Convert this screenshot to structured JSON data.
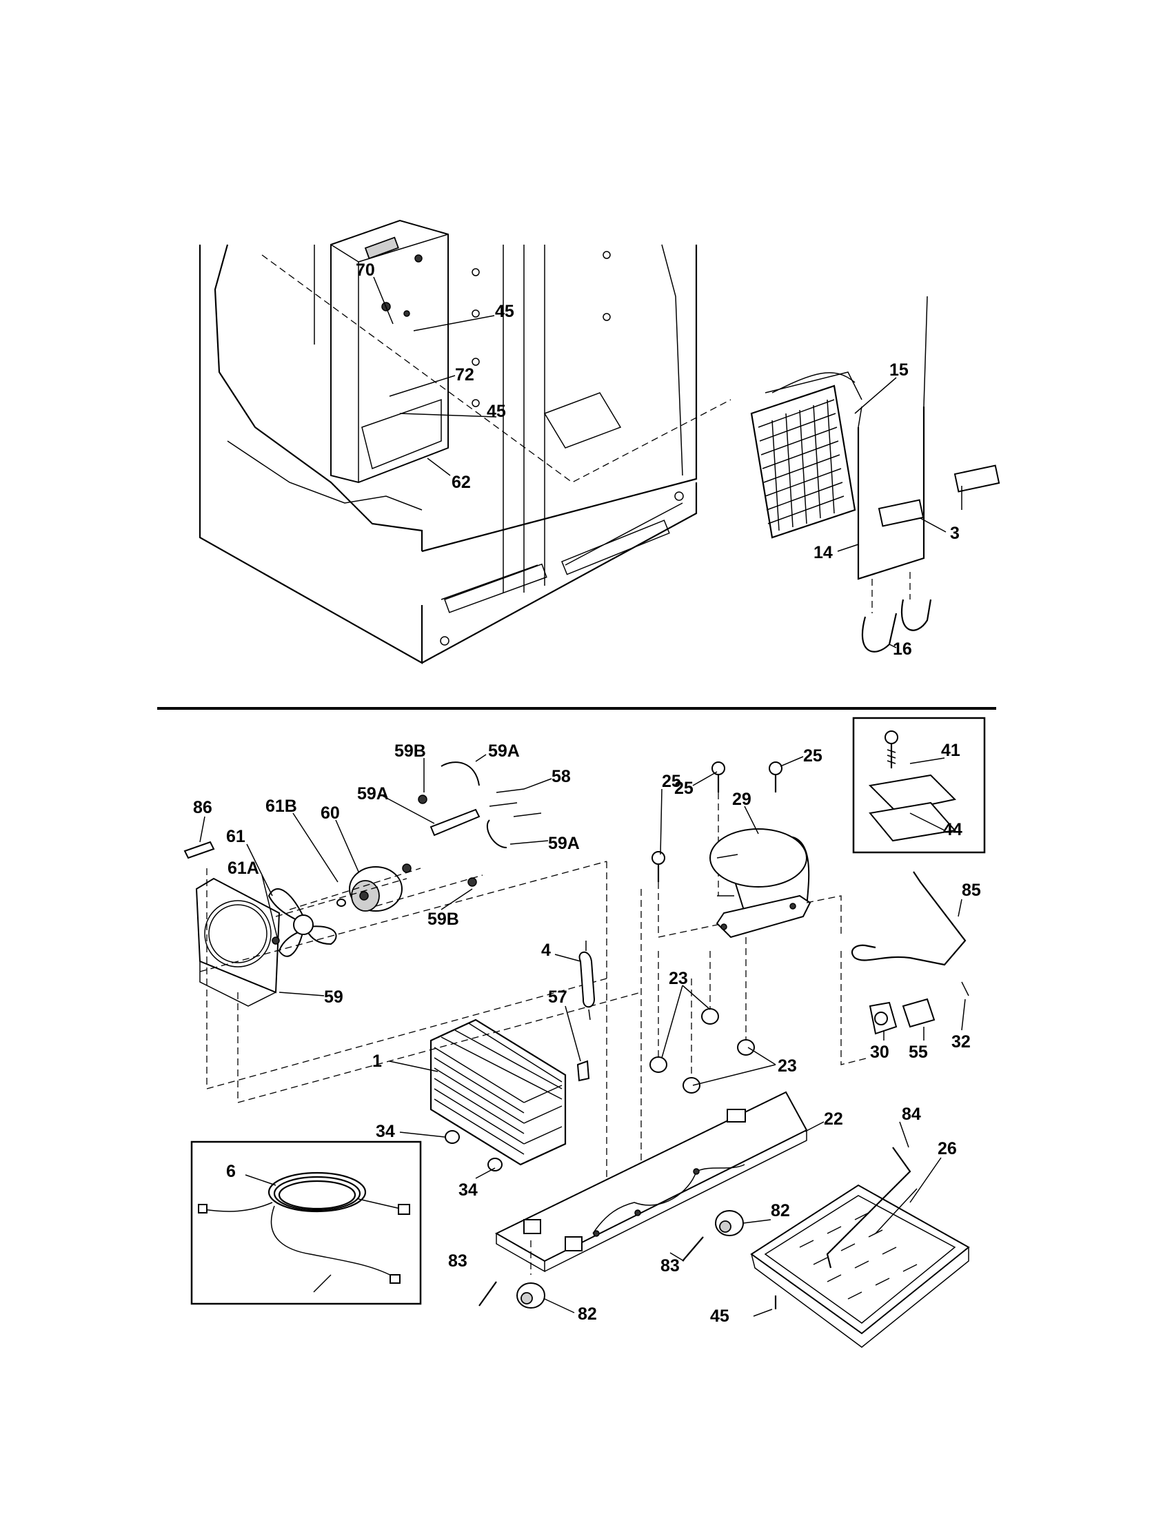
{
  "upper_section": {
    "callouts": [
      "70",
      "45",
      "72",
      "45",
      "62",
      "15",
      "3",
      "14",
      "16"
    ]
  },
  "lower_section": {
    "callouts": [
      "86",
      "61B",
      "60",
      "59B",
      "59A",
      "58",
      "59A",
      "59A",
      "61",
      "61A",
      "59B",
      "59",
      "25",
      "25",
      "25",
      "29",
      "4",
      "57",
      "23",
      "23",
      "1",
      "34",
      "34",
      "22",
      "84",
      "26",
      "82",
      "83",
      "82",
      "83",
      "45",
      "85",
      "30",
      "55",
      "32"
    ],
    "inset_callouts": [
      "41",
      "44"
    ],
    "cord_inset_callouts": [
      "6"
    ]
  }
}
